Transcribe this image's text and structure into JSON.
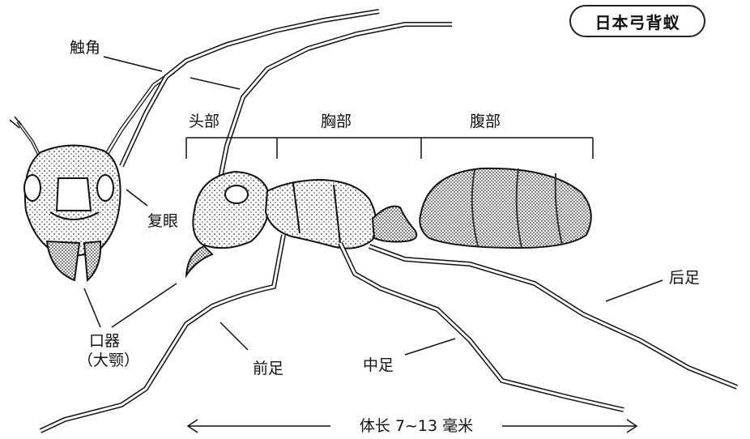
{
  "title": "日本弓背蚁",
  "labels": {
    "antenna": "触角",
    "compound_eye": "复眼",
    "mouthparts": "口器",
    "mandible": "（大颚）",
    "head": "头部",
    "thorax": "胸部",
    "abdomen": "腹部",
    "foreleg": "前足",
    "midleg": "中足",
    "hindleg": "后足",
    "body_length": "体长 7~13 毫米"
  },
  "colors": {
    "ink": "#111111",
    "paper": "#ffffff",
    "shade": "#555555"
  }
}
